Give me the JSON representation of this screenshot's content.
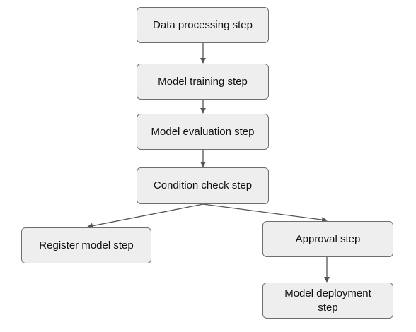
{
  "diagram": {
    "nodes": {
      "data_processing": "Data processing step",
      "model_training": "Model training step",
      "model_evaluation": "Model evaluation step",
      "condition_check": "Condition check step",
      "register_model": "Register model step",
      "approval": "Approval step",
      "model_deployment": "Model deployment step"
    },
    "edges": [
      [
        "data_processing",
        "model_training"
      ],
      [
        "model_training",
        "model_evaluation"
      ],
      [
        "model_evaluation",
        "condition_check"
      ],
      [
        "condition_check",
        "register_model"
      ],
      [
        "condition_check",
        "approval"
      ],
      [
        "approval",
        "model_deployment"
      ]
    ],
    "colors": {
      "node_fill": "#eeeeee",
      "node_border": "#6e6e6e",
      "edge": "#555555"
    }
  }
}
